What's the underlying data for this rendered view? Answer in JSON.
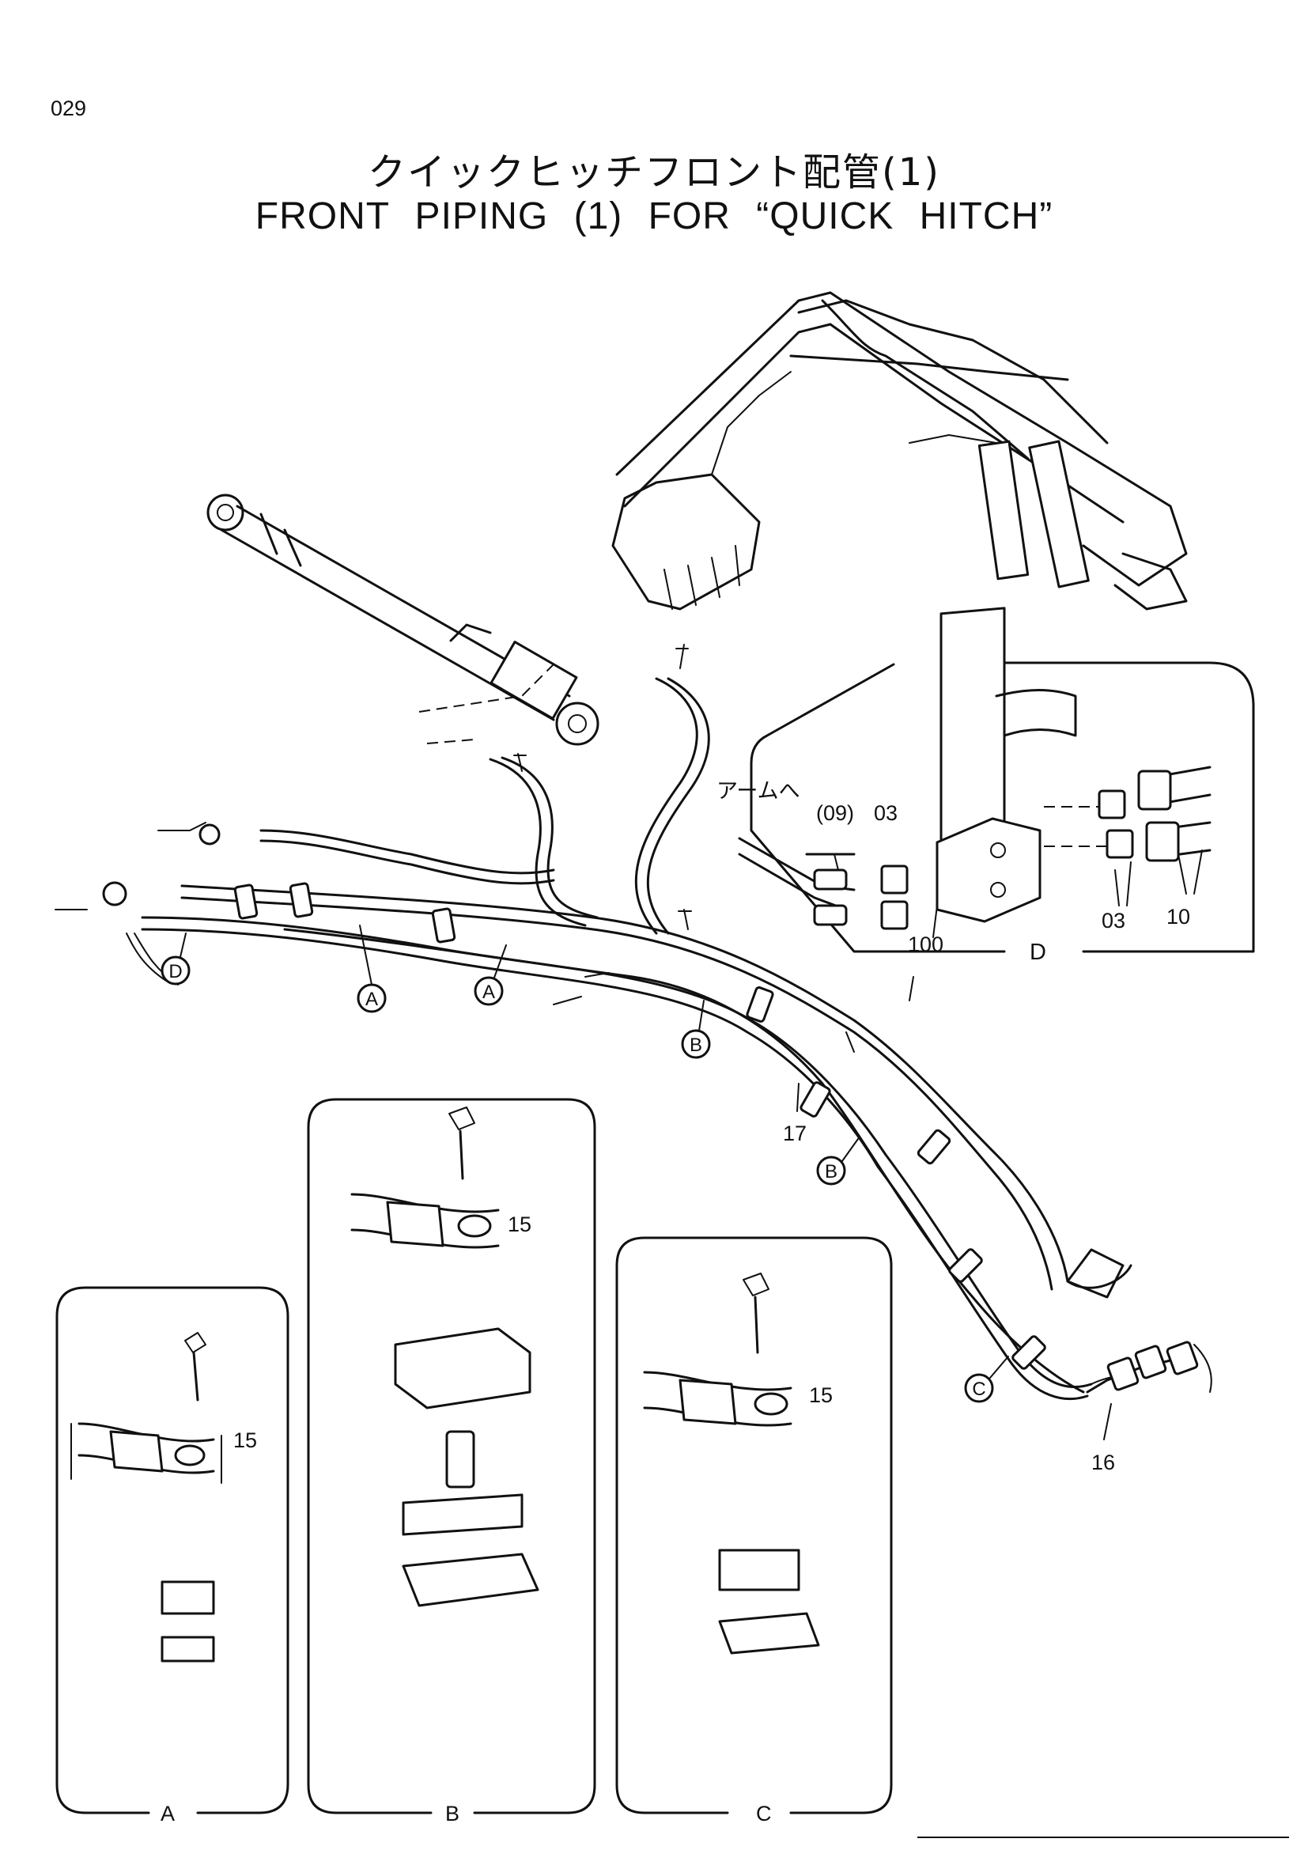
{
  "page_number": "029",
  "title_jp": "クイックヒッチフロント配管(1)",
  "title_en": "FRONT   PIPING (1)   FOR “QUICK   HITCH”",
  "detail_d": {
    "note_jp": "アームへ",
    "labels": [
      "(09)",
      "03",
      "03",
      "10",
      "100"
    ],
    "panel_label": "D"
  },
  "callouts": {
    "main": [
      "A",
      "A",
      "B",
      "B",
      "C",
      "D"
    ],
    "part_numbers": [
      "17",
      "16"
    ]
  },
  "detail_a": {
    "part": "15",
    "panel_label": "A"
  },
  "detail_b": {
    "part": "15",
    "panel_label": "B"
  },
  "detail_c": {
    "part": "15",
    "panel_label": "C"
  }
}
